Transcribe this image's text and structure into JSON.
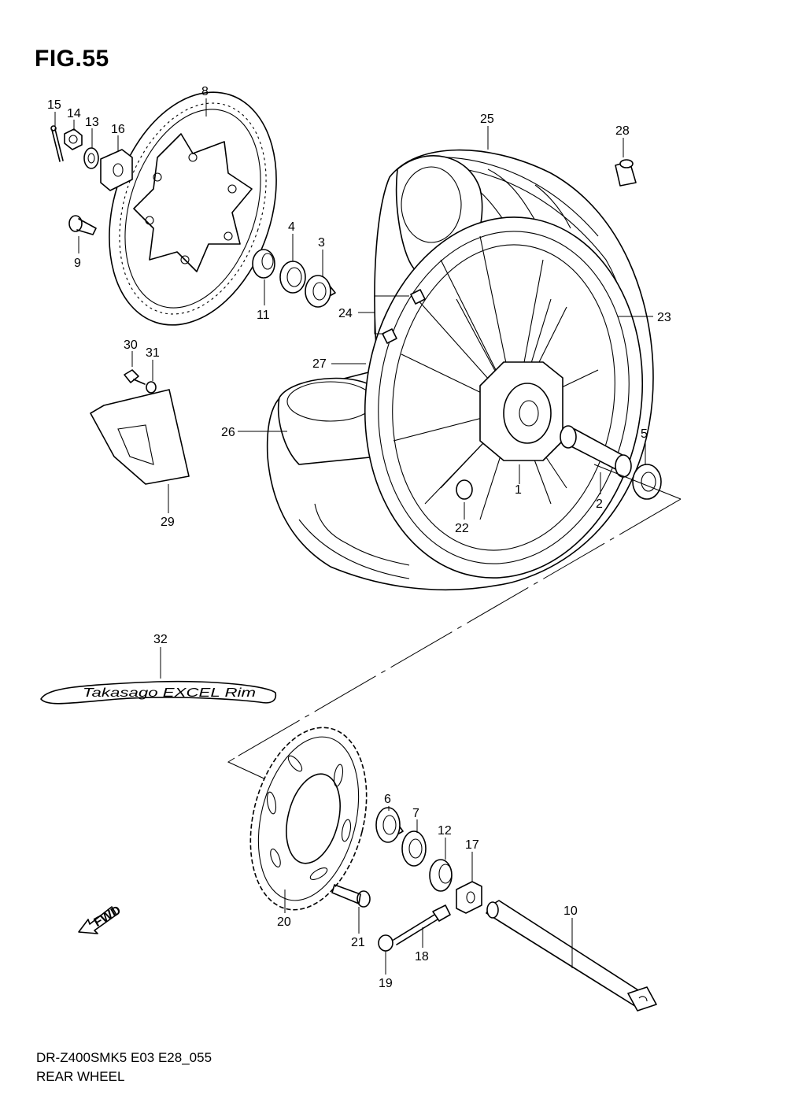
{
  "figure": {
    "title": "FIG.55",
    "model_code": "DR-Z400SMK5 E03 E28_055",
    "subtitle": "REAR WHEEL"
  },
  "fwd_label": "FWD",
  "decal_text": "Takasago EXCEL Rim",
  "callouts": [
    {
      "id": "c1",
      "label": "1"
    },
    {
      "id": "c2",
      "label": "2"
    },
    {
      "id": "c3",
      "label": "3"
    },
    {
      "id": "c4",
      "label": "4"
    },
    {
      "id": "c5",
      "label": "5"
    },
    {
      "id": "c6",
      "label": "6"
    },
    {
      "id": "c7",
      "label": "7"
    },
    {
      "id": "c8",
      "label": "8"
    },
    {
      "id": "c9",
      "label": "9"
    },
    {
      "id": "c10",
      "label": "10"
    },
    {
      "id": "c11",
      "label": "11"
    },
    {
      "id": "c12",
      "label": "12"
    },
    {
      "id": "c13",
      "label": "13"
    },
    {
      "id": "c14",
      "label": "14"
    },
    {
      "id": "c15",
      "label": "15"
    },
    {
      "id": "c16",
      "label": "16"
    },
    {
      "id": "c17",
      "label": "17"
    },
    {
      "id": "c18",
      "label": "18"
    },
    {
      "id": "c19",
      "label": "19"
    },
    {
      "id": "c20",
      "label": "20"
    },
    {
      "id": "c21",
      "label": "21"
    },
    {
      "id": "c22",
      "label": "22"
    },
    {
      "id": "c23",
      "label": "23"
    },
    {
      "id": "c24",
      "label": "24"
    },
    {
      "id": "c25",
      "label": "25"
    },
    {
      "id": "c26",
      "label": "26"
    },
    {
      "id": "c27",
      "label": "27"
    },
    {
      "id": "c28",
      "label": "28"
    },
    {
      "id": "c29",
      "label": "29"
    },
    {
      "id": "c30",
      "label": "30"
    },
    {
      "id": "c31",
      "label": "31"
    },
    {
      "id": "c32",
      "label": "32"
    }
  ]
}
